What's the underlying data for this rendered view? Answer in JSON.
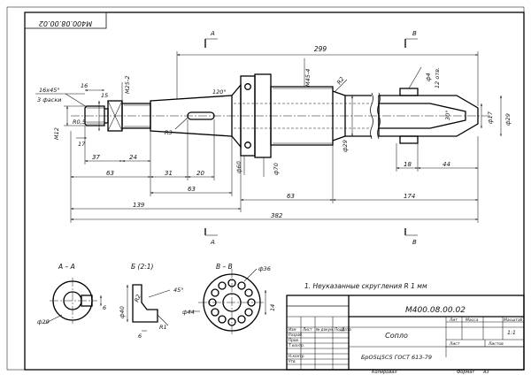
{
  "sheet": {
    "top_code": "М400.08.00.02",
    "title_code": "М400.08.00.02",
    "part_name": "Сопло",
    "material": "БрО5Ц5С5 ГОСТ 613-79",
    "copied": "Копировал",
    "format": "Формат",
    "format_value": "А3",
    "lit": "Лит",
    "mass": "Масса",
    "scale": "Масштаб",
    "scale_value": "1:1",
    "sheet_label": "Лист",
    "sheets_label": "Листов",
    "rows": [
      "Изм",
      "Лист",
      "№ докум.",
      "Подп",
      "Дата"
    ],
    "roles": [
      "Разраб.",
      "Пров.",
      "Т.контр.",
      "Н.контр.",
      "Утв."
    ]
  },
  "note": "1. Неуказанные скругления R 1 мм",
  "sections": {
    "aa": "А – А",
    "bb": "Б (2:1)",
    "vv": "В – В",
    "cut_a": "А",
    "cut_b": "В"
  },
  "dims": {
    "d299": "299",
    "d16": "16",
    "chamfer": "16х45°",
    "chamfer2": "3 фаски",
    "d15": "15",
    "m25": "M25-2",
    "a120": "120°",
    "m45": "M45-4",
    "r2": "R2",
    "phi4": "ф4",
    "holes": "12 отв.",
    "r05": "R0,5",
    "m12": "M12",
    "d17a": "17",
    "r3": "R3",
    "a30": "30°",
    "phi17": "ф17",
    "phi29": "ф29",
    "phi29b": "ф29",
    "d37": "37",
    "d24": "24",
    "phi60": "ф60",
    "phi70": "ф70",
    "d18": "18",
    "d44": "44",
    "d63a": "63",
    "d31": "31",
    "d20": "20",
    "d63b": "63",
    "d63c": "63",
    "d174": "174",
    "d139": "139",
    "d382": "382",
    "s_phi29": "ф29",
    "s_6": "6",
    "s_phi40": "ф40",
    "s_r2": "R2",
    "s_45": "45°",
    "s_6b": "6",
    "s_r1": "R1",
    "s_phi36": "ф36",
    "s_phi44": "ф44",
    "s_14": "14"
  }
}
